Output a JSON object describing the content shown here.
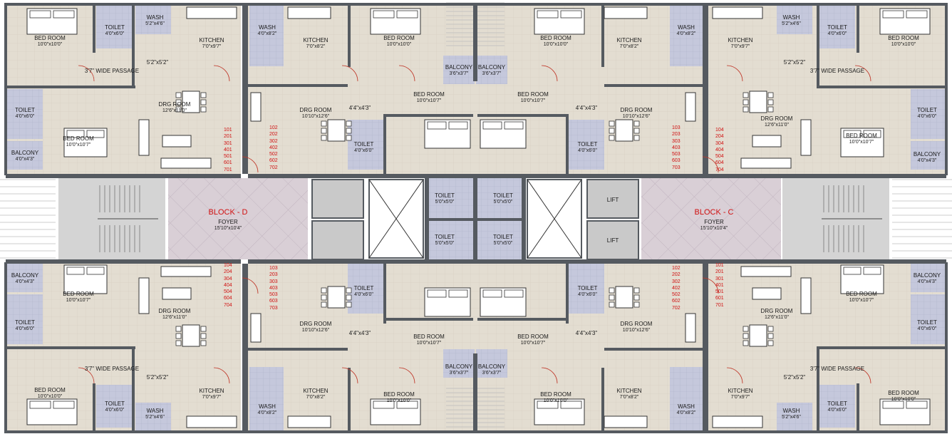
{
  "colors": {
    "floor": "#e3ddd1",
    "wet": "#c5c8dc",
    "wall": "#555a60",
    "foyer": "#d9cfd6",
    "stair": "#d4d4d4",
    "lift": "#c9c9c9",
    "flat_no": "#d01010",
    "block": "#d01010"
  },
  "blocks": {
    "d": {
      "name": "BLOCK - D",
      "foyer": "FOYER",
      "foyer_dim": "15'10\"x10'4\""
    },
    "c": {
      "name": "BLOCK - C",
      "foyer": "FOYER",
      "foyer_dim": "15'10\"x10'4\""
    }
  },
  "lifts": [
    "LIFT",
    "LIFT"
  ],
  "flat_numbers": {
    "a": [
      "101",
      "201",
      "301",
      "401",
      "501",
      "601",
      "701"
    ],
    "b": [
      "102",
      "202",
      "302",
      "402",
      "502",
      "602",
      "702"
    ],
    "c": [
      "103",
      "203",
      "303",
      "403",
      "503",
      "603",
      "703"
    ],
    "d": [
      "104",
      "204",
      "304",
      "404",
      "504",
      "604",
      "704"
    ]
  },
  "rooms": [
    {
      "n": "BED ROOM",
      "d": "10'0\"x10'0\""
    },
    {
      "n": "TOILET",
      "d": "4'0\"x6'0\""
    },
    {
      "n": "WASH",
      "d": "5'2\"x4'6\""
    },
    {
      "n": "KITCHEN",
      "d": "7'0\"x9'7\""
    },
    {
      "n": "3'7\" WIDE PASSAGE",
      "d": ""
    },
    {
      "n": "5'2\"x5'2\"",
      "d": ""
    },
    {
      "n": "DRG ROOM",
      "d": "12'6\"x11'0\""
    },
    {
      "n": "TOILET",
      "d": "4'0\"x6'0\""
    },
    {
      "n": "BED ROOM",
      "d": "10'0\"x10'7\""
    },
    {
      "n": "BALCONY",
      "d": "4'0\"x4'3\""
    },
    {
      "n": "WASH",
      "d": "4'0\"x8'2\""
    },
    {
      "n": "KITCHEN",
      "d": "7'0\"x8'2\""
    },
    {
      "n": "BED ROOM",
      "d": "10'0\"x10'0\""
    },
    {
      "n": "DRG ROOM",
      "d": "10'10\"x12'6\""
    },
    {
      "n": "4'4\"x4'3\"",
      "d": ""
    },
    {
      "n": "TOILET",
      "d": "4'0\"x6'0\""
    },
    {
      "n": "BALCONY",
      "d": "3'6\"x3'7\""
    },
    {
      "n": "BALCONY",
      "d": "3'6\"x3'7\""
    },
    {
      "n": "BED ROOM",
      "d": "10'0\"x10'7\""
    },
    {
      "n": "BED ROOM",
      "d": "10'0\"x10'7\""
    },
    {
      "n": "BED ROOM",
      "d": "10'0\"x10'0\""
    },
    {
      "n": "KITCHEN",
      "d": "7'0\"x8'2\""
    },
    {
      "n": "WASH",
      "d": "4'0\"x8'2\""
    },
    {
      "n": "4'4\"x4'3\"",
      "d": ""
    },
    {
      "n": "DRG ROOM",
      "d": "10'10\"x12'6\""
    },
    {
      "n": "TOILET",
      "d": "4'0\"x6'0\""
    },
    {
      "n": "KITCHEN",
      "d": "7'0\"x9'7\""
    },
    {
      "n": "WASH",
      "d": "5'2\"x4'6\""
    },
    {
      "n": "TOILET",
      "d": "4'0\"x6'0\""
    },
    {
      "n": "BED ROOM",
      "d": "10'0\"x10'0\""
    },
    {
      "n": "5'2\"x5'2\"",
      "d": ""
    },
    {
      "n": "3'7\" WIDE PASSAGE",
      "d": ""
    },
    {
      "n": "DRG ROOM",
      "d": "12'6\"x11'0\""
    },
    {
      "n": "TOILET",
      "d": "4'0\"x6'0\""
    },
    {
      "n": "BED ROOM",
      "d": "10'0\"x10'7\""
    },
    {
      "n": "BALCONY",
      "d": "4'0\"x4'3\""
    },
    {
      "n": "TOILET",
      "d": "5'0\"x5'0\""
    },
    {
      "n": "TOILET",
      "d": "5'0\"x5'0\""
    },
    {
      "n": "TOILET",
      "d": "5'0\"x5'0\""
    },
    {
      "n": "TOILET",
      "d": "5'0\"x5'0\""
    },
    {
      "n": "BALCONY",
      "d": "4'0\"x4'3\""
    },
    {
      "n": "BED ROOM",
      "d": "10'0\"x10'7\""
    },
    {
      "n": "DRG ROOM",
      "d": "12'6\"x11'0\""
    },
    {
      "n": "TOILET",
      "d": "4'0\"x6'0\""
    },
    {
      "n": "3'7\" WIDE PASSAGE",
      "d": ""
    },
    {
      "n": "5'2\"x5'2\"",
      "d": ""
    },
    {
      "n": "BED ROOM",
      "d": "10'0\"x10'0\""
    },
    {
      "n": "TOILET",
      "d": "4'0\"x6'0\""
    },
    {
      "n": "KITCHEN",
      "d": "7'0\"x9'7\""
    },
    {
      "n": "WASH",
      "d": "5'2\"x4'6\""
    },
    {
      "n": "WASH",
      "d": "4'0\"x8'2\""
    },
    {
      "n": "KITCHEN",
      "d": "7'0\"x8'2\""
    },
    {
      "n": "BED ROOM",
      "d": "10'0\"x10'0\""
    },
    {
      "n": "DRG ROOM",
      "d": "10'10\"x12'6\""
    },
    {
      "n": "TOILET",
      "d": "4'0\"x6'0\""
    },
    {
      "n": "4'4\"x4'3\"",
      "d": ""
    },
    {
      "n": "BED ROOM",
      "d": "10'0\"x10'7\""
    },
    {
      "n": "BALCONY",
      "d": "3'6\"x3'7\""
    },
    {
      "n": "BALCONY",
      "d": "3'6\"x3'7\""
    },
    {
      "n": "BED ROOM",
      "d": "10'0\"x10'7\""
    },
    {
      "n": "4'4\"x4'3\"",
      "d": ""
    },
    {
      "n": "TOILET",
      "d": "4'0\"x6'0\""
    },
    {
      "n": "DRG ROOM",
      "d": "10'10\"x12'6\""
    },
    {
      "n": "BED ROOM",
      "d": "10'0\"x10'0\""
    },
    {
      "n": "KITCHEN",
      "d": "7'0\"x8'2\""
    },
    {
      "n": "WASH",
      "d": "4'0\"x8'2\""
    },
    {
      "n": "BALCONY",
      "d": "4'0\"x4'3\""
    },
    {
      "n": "BED ROOM",
      "d": "10'0\"x10'7\""
    },
    {
      "n": "TOILET",
      "d": "4'0\"x6'0\""
    },
    {
      "n": "DRG ROOM",
      "d": "12'6\"x11'0\""
    },
    {
      "n": "3'7\" WIDE PASSAGE",
      "d": ""
    },
    {
      "n": "5'2\"x5'2\"",
      "d": ""
    },
    {
      "n": "TOILET",
      "d": "4'0\"x6'0\""
    },
    {
      "n": "BED ROOM",
      "d": "10'0\"x10'0\""
    },
    {
      "n": "KITCHEN",
      "d": "7'0\"x9'7\""
    },
    {
      "n": "WASH",
      "d": "5'2\"x4'6\""
    }
  ]
}
